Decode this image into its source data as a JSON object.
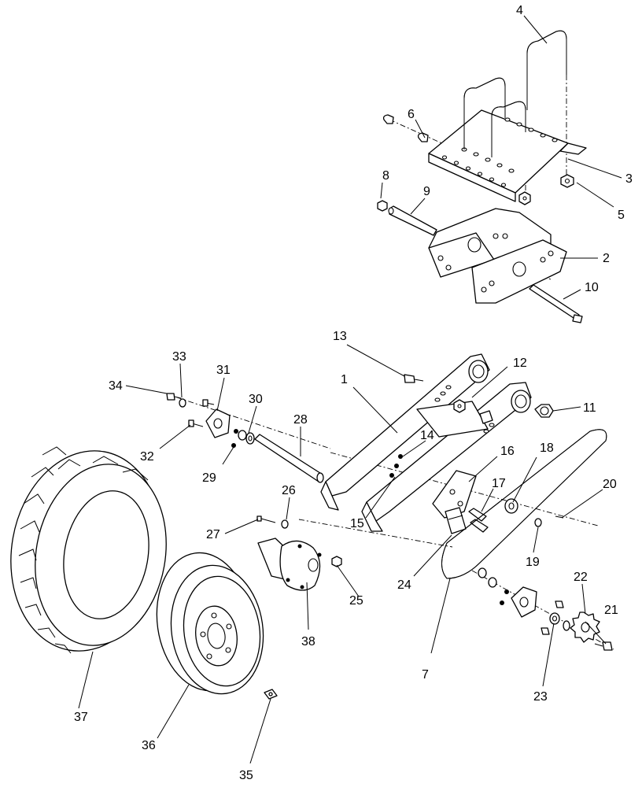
{
  "diagram": {
    "type": "exploded parts diagram",
    "callouts": [
      "1",
      "2",
      "3",
      "4",
      "5",
      "6",
      "7",
      "8",
      "9",
      "10",
      "11",
      "12",
      "13",
      "14",
      "15",
      "16",
      "17",
      "18",
      "19",
      "20",
      "21",
      "22",
      "23",
      "24",
      "25",
      "26",
      "27",
      "28",
      "29",
      "30",
      "31",
      "32",
      "33",
      "34",
      "35",
      "36",
      "37",
      "38"
    ]
  }
}
